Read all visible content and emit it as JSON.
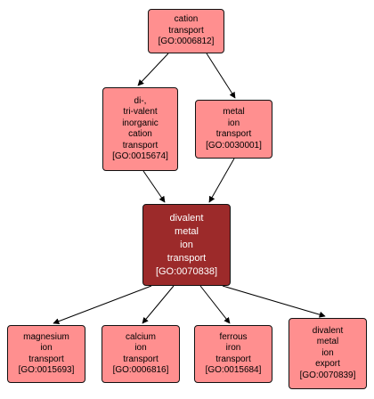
{
  "colors": {
    "node_fill": "#ff8f8f",
    "focus_fill": "#9c2a2a",
    "focus_text": "#ffffff",
    "edge": "#000000"
  },
  "nodes": {
    "cation_transport": {
      "lines": [
        "cation",
        "transport",
        "[GO:0006812]"
      ]
    },
    "di_trivalent": {
      "lines": [
        "di-,",
        "tri-valent",
        "inorganic",
        "cation",
        "transport",
        "[GO:0015674]"
      ]
    },
    "metal_ion_transport": {
      "lines": [
        "metal",
        "ion",
        "transport",
        "[GO:0030001]"
      ]
    },
    "divalent_metal_ion_transport": {
      "lines": [
        "divalent",
        "metal",
        "ion",
        "transport",
        "[GO:0070838]"
      ]
    },
    "magnesium_ion_transport": {
      "lines": [
        "magnesium",
        "ion",
        "transport",
        "[GO:0015693]"
      ]
    },
    "calcium_ion_transport": {
      "lines": [
        "calcium",
        "ion",
        "transport",
        "[GO:0006816]"
      ]
    },
    "ferrous_iron_transport": {
      "lines": [
        "ferrous",
        "iron",
        "transport",
        "[GO:0015684]"
      ]
    },
    "divalent_metal_ion_export": {
      "lines": [
        "divalent",
        "metal",
        "ion",
        "export",
        "[GO:0070839]"
      ]
    }
  }
}
